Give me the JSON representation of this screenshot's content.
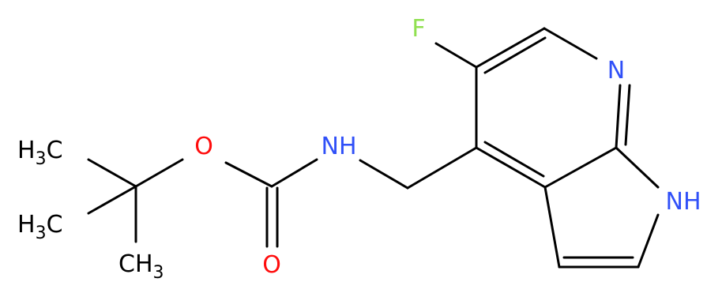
{
  "colors": {
    "carbon": "#000000",
    "nitrogen": "#3050F8",
    "oxygen": "#FF0D0D",
    "fluorine": "#90E050"
  },
  "atoms": {
    "fluorine": "F",
    "pyridine_n": "N",
    "pyrrole_nh": "NH",
    "carbamate_nh": "NH",
    "ester_o": "O",
    "carbonyl_o": "O",
    "methyl_top": {
      "element": "H",
      "count": "3",
      "carbon": "C"
    },
    "methyl_mid": {
      "element": "H",
      "count": "3",
      "carbon": "C"
    },
    "methyl_bottom": {
      "element": "CH",
      "count": "3"
    }
  }
}
